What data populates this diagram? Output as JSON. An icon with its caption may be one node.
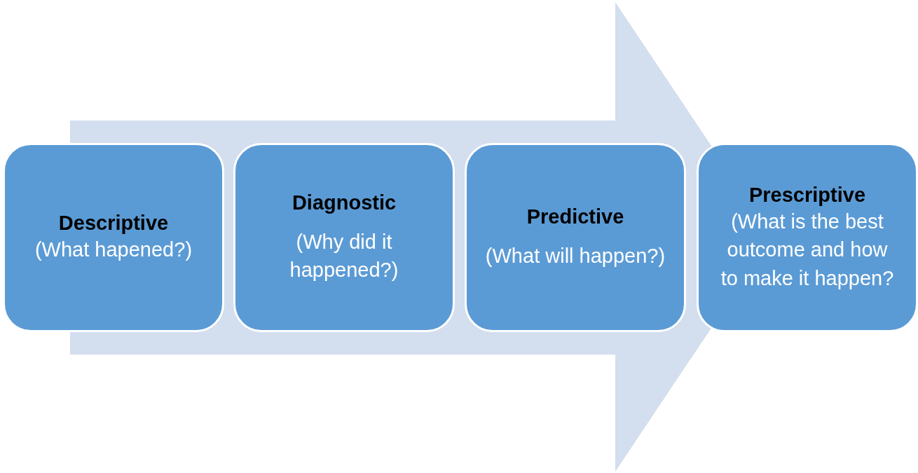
{
  "diagram": {
    "nodes": [
      {
        "text": [
          "Descriptive",
          "(What hapened?)"
        ]
      },
      {
        "text": [
          "Diagnostic",
          "(Why did it happened?)"
        ]
      },
      {
        "text": [
          "Predictive",
          "(What will happen?)"
        ]
      },
      {
        "text": [
          "Prescriptive",
          "(What is the best outcome and how to make it happen?"
        ]
      }
    ],
    "edges": [
      {
        "from": 0,
        "to": 3,
        "arrow": "to"
      }
    ]
  }
}
